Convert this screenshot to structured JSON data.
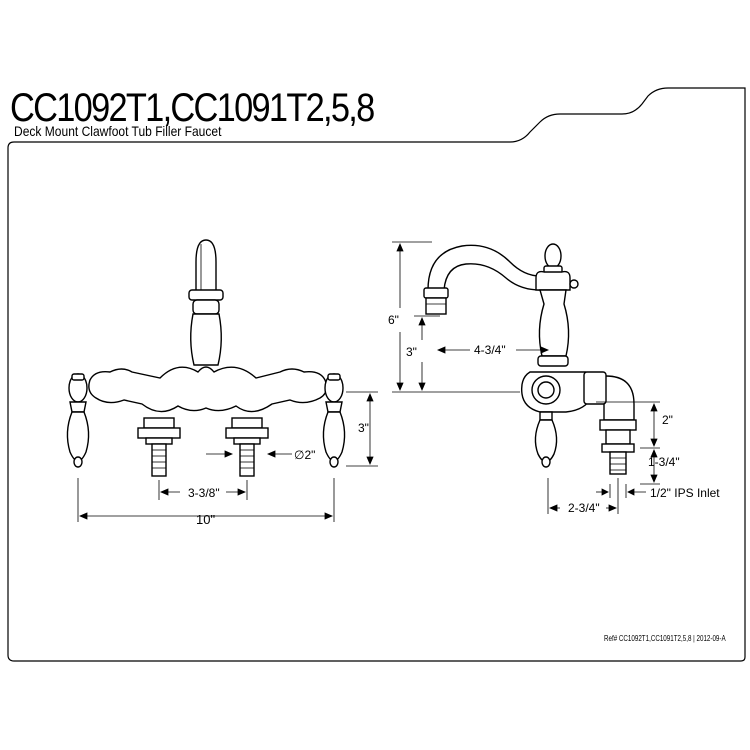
{
  "title": "CC1092T1,CC1091T2,5,8",
  "subtitle": "Deck Mount Clawfoot Tub Filler Faucet",
  "reference": "Ref# CC1092T1,CC1091T2,5,8 | 2012-09-A",
  "front_view": {
    "dims": {
      "overall_width": "10\"",
      "inlet_spacing": "3-3/8\"",
      "inlet_diameter": "∅2\"",
      "height_right": "3\""
    }
  },
  "side_view": {
    "dims": {
      "total_height": "6\"",
      "spout_height": "3\"",
      "spout_reach": "4-3/4\"",
      "body_height": "2\"",
      "shank_length": "1-3/4\"",
      "inlet_offset": "2-3/4\"",
      "inlet_size": "1/2\" IPS Inlet"
    }
  }
}
